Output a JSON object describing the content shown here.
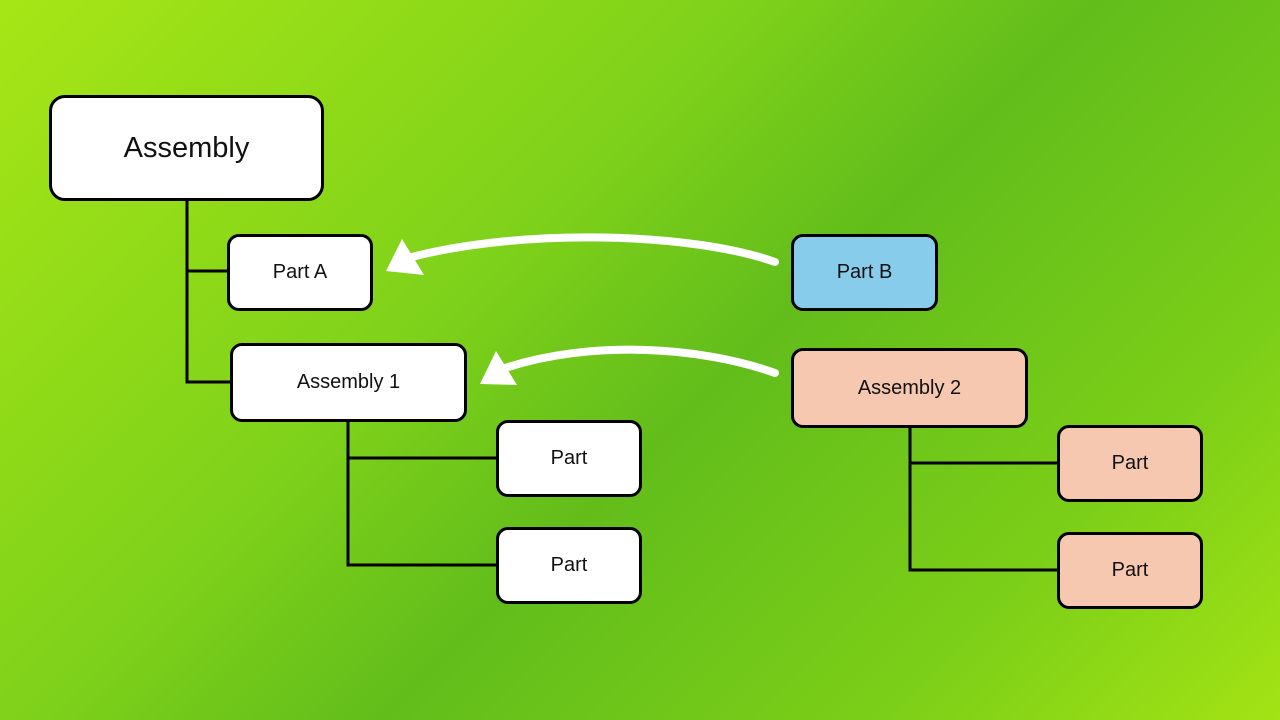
{
  "diagram": {
    "root": {
      "label": "Assembly"
    },
    "left": {
      "part_a": {
        "label": "Part A"
      },
      "assembly_1": {
        "label": "Assembly 1"
      },
      "parts": [
        {
          "label": "Part"
        },
        {
          "label": "Part"
        }
      ]
    },
    "right": {
      "part_b": {
        "label": "Part B"
      },
      "assembly_2": {
        "label": "Assembly 2"
      },
      "parts": [
        {
          "label": "Part"
        },
        {
          "label": "Part"
        }
      ]
    },
    "colors": {
      "default_box": "#ffffff",
      "part_b_box": "#87ccea",
      "assembly_2_box": "#f6c8b0",
      "background_light": "#a6e616",
      "background_dark": "#62bd1b",
      "arrow": "#ffffff",
      "connector": "#000000"
    }
  }
}
